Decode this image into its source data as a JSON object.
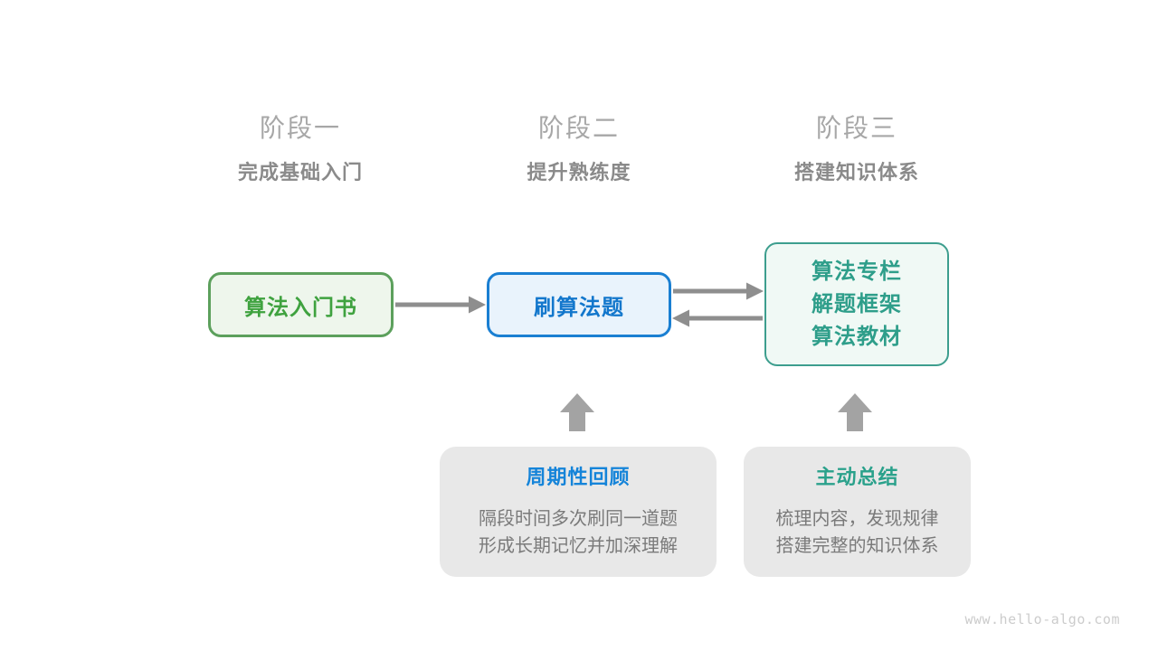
{
  "stages": [
    {
      "title": "阶段一",
      "subtitle": "完成基础入门"
    },
    {
      "title": "阶段二",
      "subtitle": "提升熟练度"
    },
    {
      "title": "阶段三",
      "subtitle": "搭建知识体系"
    }
  ],
  "nodes": {
    "intro_book": {
      "label": "算法入门书",
      "border_color": "#5ca05c",
      "bg_color": "#eef6ec",
      "text_color": "#3fa23f"
    },
    "practice": {
      "label": "刷算法题",
      "border_color": "#1a7fd2",
      "bg_color": "#e9f3fc",
      "text_color": "#1377cc"
    },
    "knowledge": {
      "lines": [
        "算法专栏",
        "解题框架",
        "算法教材"
      ],
      "border_color": "#3d9e8e",
      "bg_color": "#f0f9f5",
      "text_color": "#2e9e8a"
    }
  },
  "callouts": [
    {
      "title": "周期性回顾",
      "lines": [
        "隔段时间多次刷同一道题",
        "形成长期记忆并加深理解"
      ],
      "title_color": "#1584d9",
      "bg_color": "#e8e8e8",
      "body_color": "#7a7a7a"
    },
    {
      "title": "主动总结",
      "lines": [
        "梳理内容，发现规律",
        "搭建完整的知识体系"
      ],
      "title_color": "#2aa18b",
      "bg_color": "#e8e8e8",
      "body_color": "#7a7a7a"
    }
  ],
  "connections": [
    {
      "from": "intro_book",
      "to": "practice",
      "direction": "right"
    },
    {
      "from": "practice",
      "to": "knowledge",
      "direction": "right"
    },
    {
      "from": "knowledge",
      "to": "practice",
      "direction": "left"
    },
    {
      "from": "periodic_review_callout",
      "to": "practice",
      "direction": "up"
    },
    {
      "from": "active_summary_callout",
      "to": "knowledge",
      "direction": "up"
    }
  ],
  "arrow_colors": {
    "line": "#8e8e8e",
    "block": "#a3a3a3"
  },
  "watermark": "www.hello-algo.com"
}
